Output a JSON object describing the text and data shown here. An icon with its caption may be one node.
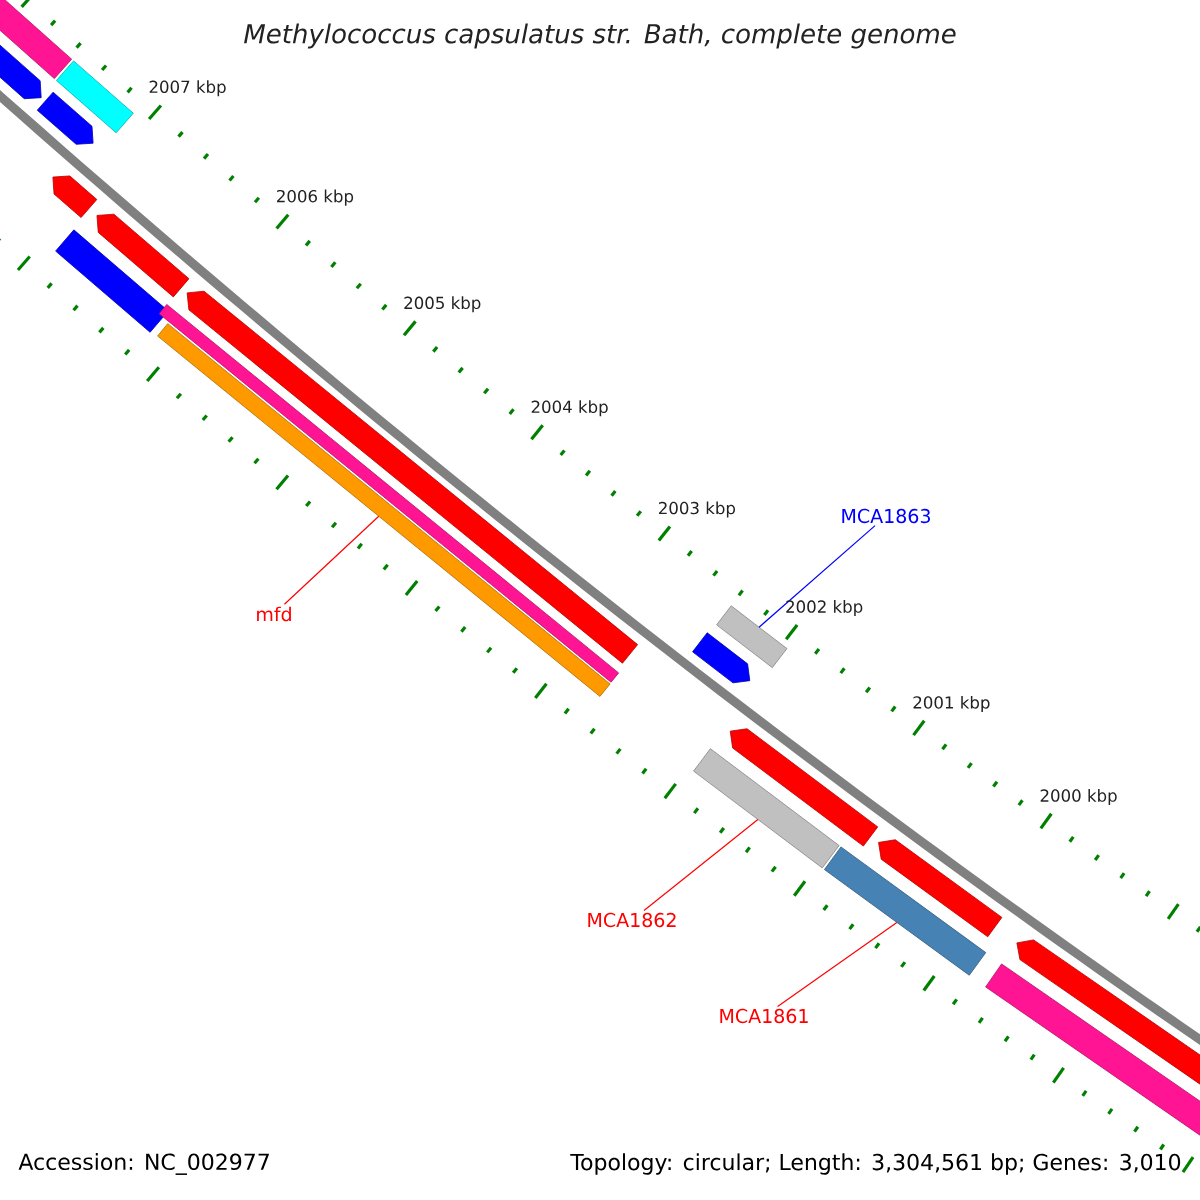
{
  "diagram": {
    "title": "Methylococcus capsulatus str. Bath, complete genome",
    "nodes": [
      {
        "text": [
          "mfd"
        ]
      },
      {
        "text": [],
        "shape": "bar"
      },
      {
        "text": [
          "MCA1863"
        ]
      },
      {
        "text": [],
        "shape": "bar"
      },
      {
        "text": [
          "MCA1862"
        ]
      },
      {
        "text": [],
        "shape": "bar"
      },
      {
        "text": [
          "MCA1861"
        ]
      },
      {
        "text": [],
        "shape": "bar"
      }
    ],
    "edges": [
      {
        "from": 0,
        "to": 1,
        "arrow": "none"
      },
      {
        "from": 2,
        "to": 3,
        "arrow": "none",
        "color": "#0000ff"
      },
      {
        "from": 4,
        "to": 5,
        "arrow": "none"
      },
      {
        "from": 6,
        "to": 7,
        "arrow": "none"
      }
    ],
    "labels": [
      "2007 kbp",
      "2006 kbp",
      "2005 kbp",
      "2004 kbp",
      "2003 kbp",
      "2002 kbp",
      "2001 kbp",
      "2000 kbp",
      "Accession: NC_002977",
      "Topology: circular; Length: 3,304,561 bp; Genes: 3,010"
    ]
  }
}
